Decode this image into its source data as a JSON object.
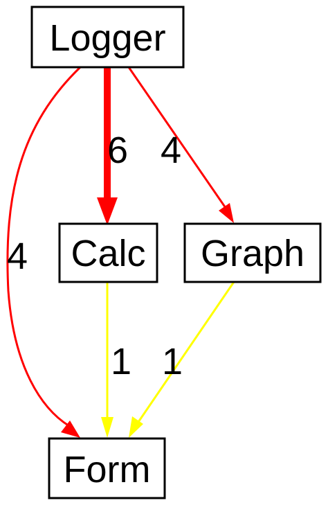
{
  "nodes": [
    {
      "id": "logger",
      "label": "Logger"
    },
    {
      "id": "calc",
      "label": "Calc"
    },
    {
      "id": "graph",
      "label": "Graph"
    },
    {
      "id": "form",
      "label": "Form"
    }
  ],
  "edges": [
    {
      "id": "logger-calc",
      "from": "Logger",
      "to": "Calc",
      "label": "6",
      "weight": 6,
      "color": "#ff0000"
    },
    {
      "id": "logger-graph",
      "from": "Logger",
      "to": "Graph",
      "label": "4",
      "weight": 4,
      "color": "#ff0000"
    },
    {
      "id": "logger-form",
      "from": "Logger",
      "to": "Form",
      "label": "4",
      "weight": 4,
      "color": "#ff0000"
    },
    {
      "id": "calc-form",
      "from": "Calc",
      "to": "Form",
      "label": "1",
      "weight": 1,
      "color": "#ffff00"
    },
    {
      "id": "graph-form",
      "from": "Graph",
      "to": "Form",
      "label": "1",
      "weight": 1,
      "color": "#ffff00"
    }
  ]
}
